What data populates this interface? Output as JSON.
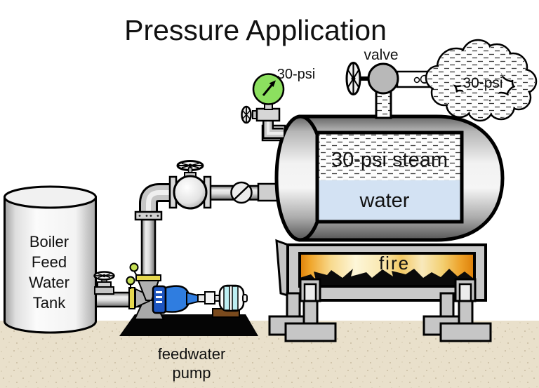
{
  "title": "Pressure Application",
  "labels": {
    "tank_lines": [
      "Boiler",
      "Feed",
      "Water",
      "Tank"
    ],
    "pump_lines": [
      "feedwater",
      "pump"
    ],
    "gauge_psi": "30-psi",
    "steam": "30-psi steam",
    "water": "water",
    "fire": "fire",
    "valve": "valve",
    "cloud_psi": "30-psi"
  },
  "colors": {
    "gauge_face": "#8ce05f",
    "pump_body": "#2f7de0",
    "pump_dark": "#1d55c0",
    "motor_band": "#bdeef2",
    "motor_base": "#7a4a1d",
    "flange": "#e6d84f",
    "sight_ball": "#c6e055",
    "water": "#d3e2f3",
    "ground": "#e9e0cb",
    "fire_edge": "#dd7f08",
    "fire_mid": "#fdf6d8",
    "steam_dash": "#3a3a3a"
  }
}
